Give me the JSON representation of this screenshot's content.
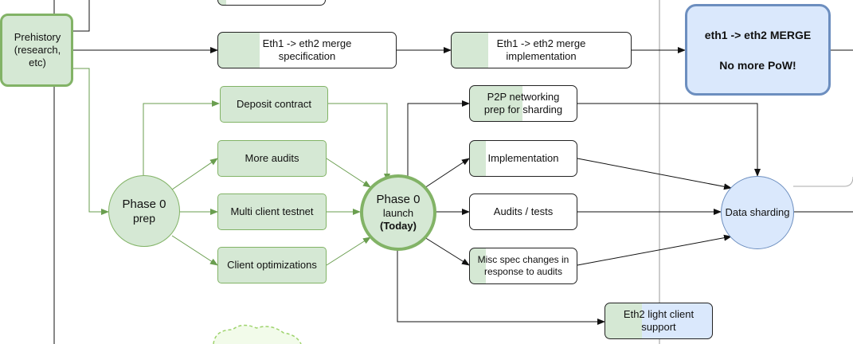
{
  "nodes": {
    "prehistory": "Prehistory\n(research,\netc)",
    "spec": "Eth1 -> eth2 merge\nspecification",
    "impl_merge": "Eth1 -> eth2 merge\nimplementation",
    "merge_title": "eth1 -> eth2 MERGE",
    "merge_sub": "No more PoW!",
    "deposit": "Deposit contract",
    "audits": "More audits",
    "multiclient": "Multi client testnet",
    "clientopt": "Client optimizations",
    "phase0prep_title": "Phase 0",
    "phase0prep_sub": "prep",
    "launch_title": "Phase 0",
    "launch_sub": "launch",
    "launch_today": "(Today)",
    "p2p": "P2P networking\nprep for sharding",
    "implementation": "Implementation",
    "audits_tests": "Audits / tests",
    "misc": "Misc spec changes in\nresponse to audits",
    "datasharding": "Data sharding",
    "lightclient": "Eth2 light client\nsupport"
  },
  "colors": {
    "green_fill": "#d5e8d4",
    "green_stroke": "#82b366",
    "blue_fill": "#dae8fc",
    "blue_stroke": "#6c8ebf",
    "edge_dark": "#111111"
  }
}
